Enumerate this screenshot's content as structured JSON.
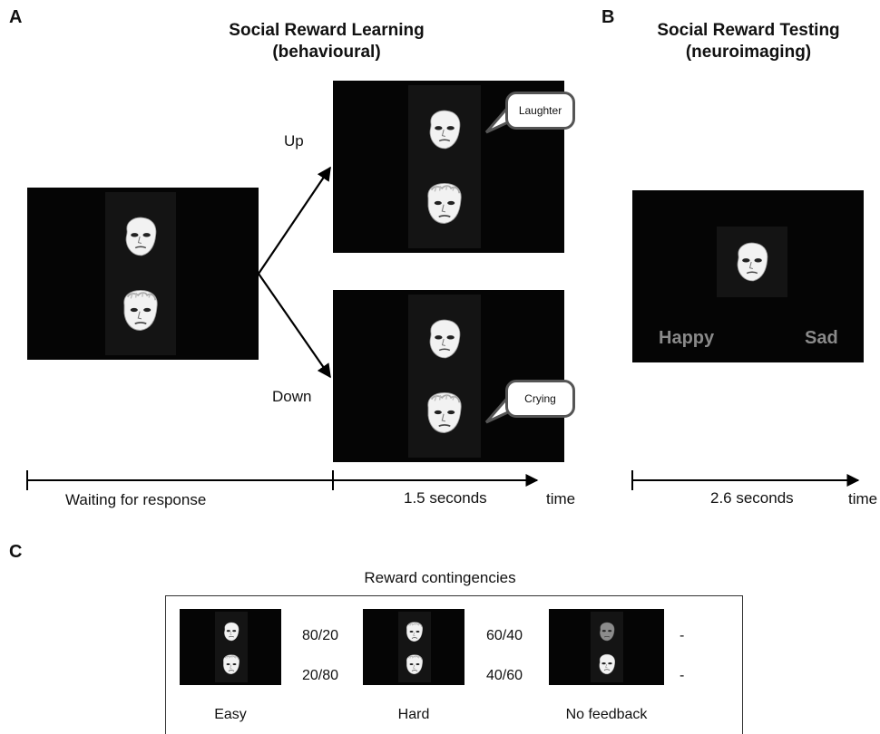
{
  "panels": {
    "a": {
      "letter": "A",
      "title_line1": "Social Reward Learning",
      "title_line2": "(behavioural)"
    },
    "b": {
      "letter": "B",
      "title_line1": "Social Reward Testing",
      "title_line2": "(neuroimaging)"
    },
    "c": {
      "letter": "C"
    }
  },
  "learning": {
    "up_label": "Up",
    "down_label": "Down",
    "up_bubble": "Laughter",
    "down_bubble": "Crying",
    "timeline_wait": "Waiting for response",
    "timeline_feedback": "1.5 seconds",
    "timeline_axis": "time"
  },
  "testing": {
    "left_word": "Happy",
    "right_word": "Sad",
    "timeline_duration": "2.6 seconds",
    "timeline_axis": "time"
  },
  "contingencies": {
    "title": "Reward contingencies",
    "conditions": [
      {
        "label": "Easy",
        "top": "80/20",
        "bottom": "20/80"
      },
      {
        "label": "Hard",
        "top": "60/40",
        "bottom": "40/60"
      },
      {
        "label": "No feedback",
        "top": "-",
        "bottom": "-"
      }
    ]
  },
  "colors": {
    "screen": "#050505",
    "tile": "#141414",
    "screen_word": "#8a8a8a",
    "bubble_border": "#555555"
  }
}
